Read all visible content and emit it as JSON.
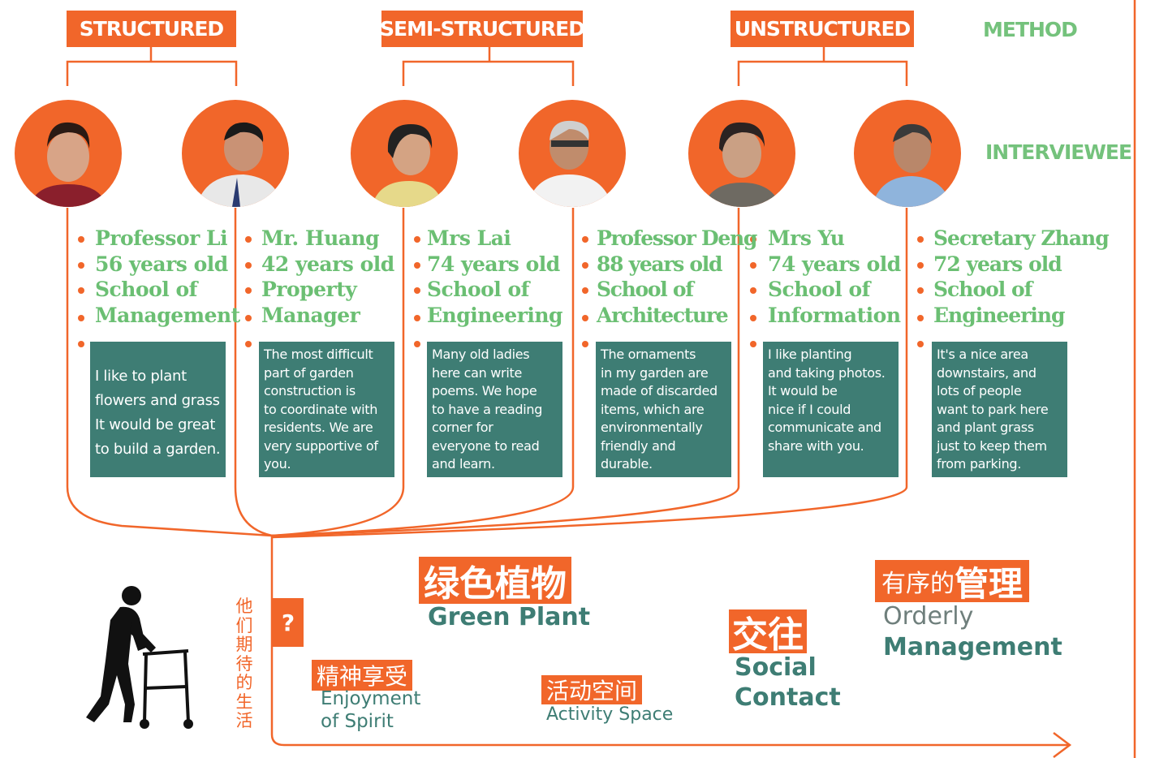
{
  "methods": [
    {
      "label": "STRUCTURED"
    },
    {
      "label": "SEMI-STRUCTURED"
    },
    {
      "label": "UNSTRUCTURED"
    }
  ],
  "side_labels": {
    "method": "METHOD",
    "interviewee": "INTERVIEWEE"
  },
  "interviewees": [
    {
      "name": "Professor Li",
      "age": "56 years old",
      "school1": "School of",
      "school2": "Management",
      "quote": [
        "I like to plant",
        "flowers and grass",
        "It would be great",
        "to build a garden."
      ]
    },
    {
      "name": "Mr. Huang",
      "age": "42 years old",
      "school1": "Property",
      "school2": "Manager",
      "quote": [
        "The most difficult",
        "part of garden",
        "construction is",
        "to coordinate with",
        "residents. We are",
        "very supportive of",
        "you."
      ]
    },
    {
      "name": "Mrs Lai",
      "age": "74 years old",
      "school1": "School of",
      "school2": "Engineering",
      "quote": [
        "Many old ladies",
        "here can write",
        "poems. We hope",
        "to have a reading",
        "corner for",
        "everyone to read",
        "and learn."
      ]
    },
    {
      "name": "Professor Deng",
      "age": "88 years old",
      "school1": "School of",
      "school2": "Architecture",
      "quote": [
        "The ornaments",
        "in my garden are",
        "made of discarded",
        "items, which are",
        "environmentally",
        "friendly and",
        "durable."
      ]
    },
    {
      "name": "Mrs Yu",
      "age": "74 years old",
      "school1": "School of",
      "school2": "Information",
      "quote": [
        "I like planting",
        "and taking photos.",
        "It would be",
        "nice if I could",
        "communicate and",
        "share with you."
      ]
    },
    {
      "name": "Secretary Zhang",
      "age": "72 years old",
      "school1": "School of",
      "school2": "Engineering",
      "quote": [
        "It's a nice area",
        "downstairs, and",
        "lots of people",
        "want to park here",
        "and plant grass",
        "just to keep them",
        "from parking."
      ]
    }
  ],
  "question_mark": "?",
  "vertical_caption": [
    "他",
    "们",
    "期",
    "待",
    "的",
    "生",
    "活"
  ],
  "expectations": {
    "spirit": {
      "cn": "精神享受",
      "en1": "Enjoyment",
      "en2": "of Spirit"
    },
    "plant": {
      "cn": "绿色植物",
      "en": "Green Plant"
    },
    "activity": {
      "cn": "活动空间",
      "en": "Activity Space"
    },
    "social": {
      "cn": "交往",
      "en1": "Social",
      "en2": "Contact"
    },
    "orderly": {
      "cn1": "有序的",
      "cn2": "管理",
      "en1": "Orderly",
      "en2": "Management"
    }
  },
  "colors": {
    "accent": "#f1662a",
    "green_text": "#6bbf73",
    "teal": "#3e7d74"
  },
  "icons": {
    "bullet": "orange-dot-icon",
    "elder": "elderly-walker-silhouette-icon",
    "arrow": "arrow-right-icon"
  }
}
